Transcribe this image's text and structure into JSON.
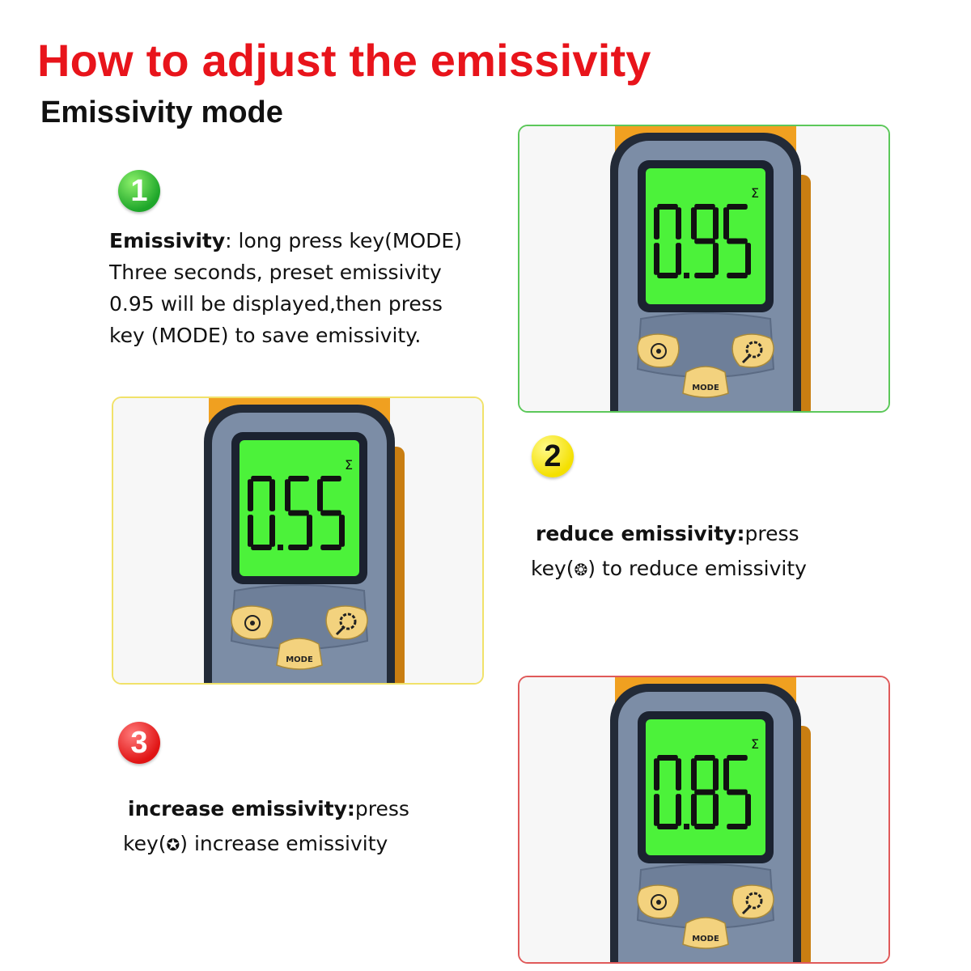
{
  "title": "How to adjust the emissivity",
  "subtitle": "Emissivity mode",
  "steps": [
    {
      "number": "1",
      "label": "Emissivity",
      "lines": [
        ": long  press  key(MODE)",
        "Three seconds, preset emissivity",
        "0.95 will be displayed,then press",
        "key (MODE) to save emissivity."
      ],
      "display": "0.95"
    },
    {
      "number": "2",
      "label": "reduce  emissivity:",
      "line1_rest": "press",
      "line2_pre": "key(",
      "line2_post": ") to reduce  emissivity",
      "display": "0.55"
    },
    {
      "number": "3",
      "label": "increase  emissivity:",
      "line1_rest": "press",
      "line2_pre": "key(",
      "line2_post": ")  increase  emissivity",
      "display": "0.85"
    }
  ],
  "device": {
    "sigma": "Σ",
    "mode_label": "MODE",
    "reduce_icon": "gear-down-icon",
    "increase_icon": "gear-up-icon"
  },
  "colors": {
    "title": "#e8141b",
    "lcd": "#4cf23a",
    "body": "#7c8da6",
    "housing": "#f0a020",
    "button": "#f3d27e"
  }
}
